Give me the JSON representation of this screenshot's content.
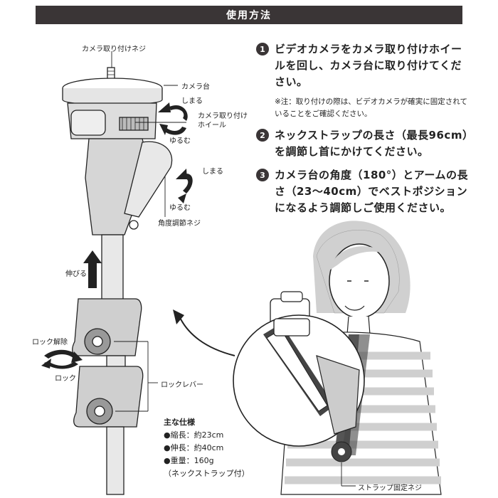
{
  "header": {
    "title": "使用方法"
  },
  "labels": {
    "camera_screw": "カメラ取り付けネジ",
    "camera_base": "カメラ台",
    "tighten_1": "しまる",
    "wheel_line1": "カメラ取り付け",
    "wheel_line2": "ホイール",
    "loosen_1": "ゆるむ",
    "tighten_2": "しまる",
    "loosen_2": "ゆるむ",
    "angle_screw": "角度調節ネジ",
    "extend": "伸びる",
    "unlock": "ロック解除",
    "lock": "ロック",
    "lock_lever": "ロックレバー",
    "strap_screw": "ストラップ固定ネジ"
  },
  "steps": [
    {
      "num": "1",
      "text": "ビデオカメラをカメラ取り付けホイールを回し、カメラ台に取り付けてください。"
    },
    {
      "num": "2",
      "text": "ネックストラップの長さ（最長96cm）を調節し首にかけてください。"
    },
    {
      "num": "3",
      "text": "カメラ台の角度（180°）とアームの長さ（23〜40cm）でベストポジションになるよう調節しご使用ください。"
    }
  ],
  "note": "※注：取り付けの際は、ビデオカメラが確実に固定されていることをご確認ください。",
  "specs": {
    "title": "主な仕様",
    "items": [
      "●縮長：約23cm",
      "●伸長：約40cm",
      "●重量：160g",
      "（ネックストラップ付）"
    ]
  }
}
